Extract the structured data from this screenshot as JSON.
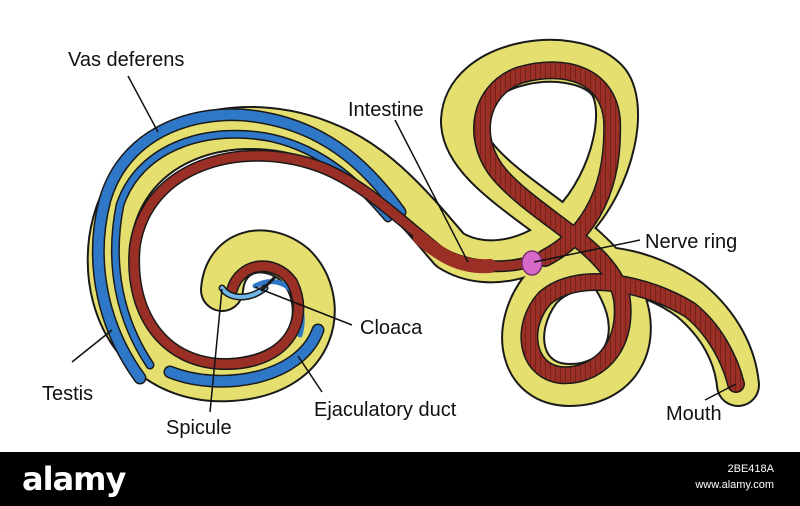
{
  "labels": {
    "vas_deferens": "Vas deferens",
    "intestine": "Intestine",
    "nerve_ring": "Nerve ring",
    "cloaca": "Cloaca",
    "testis": "Testis",
    "spicule": "Spicule",
    "ejaculatory_duct": "Ejaculatory duct",
    "mouth": "Mouth"
  },
  "footer": {
    "brand": "alamy",
    "image_id": "2BE418A",
    "site": "www.alamy.com"
  },
  "colors": {
    "body": "#e4df6e",
    "intestine": "#9a2f25",
    "gonad": "#2f78c8",
    "nerve_ring": "#d76ac9",
    "outline": "#1a1a1a"
  }
}
